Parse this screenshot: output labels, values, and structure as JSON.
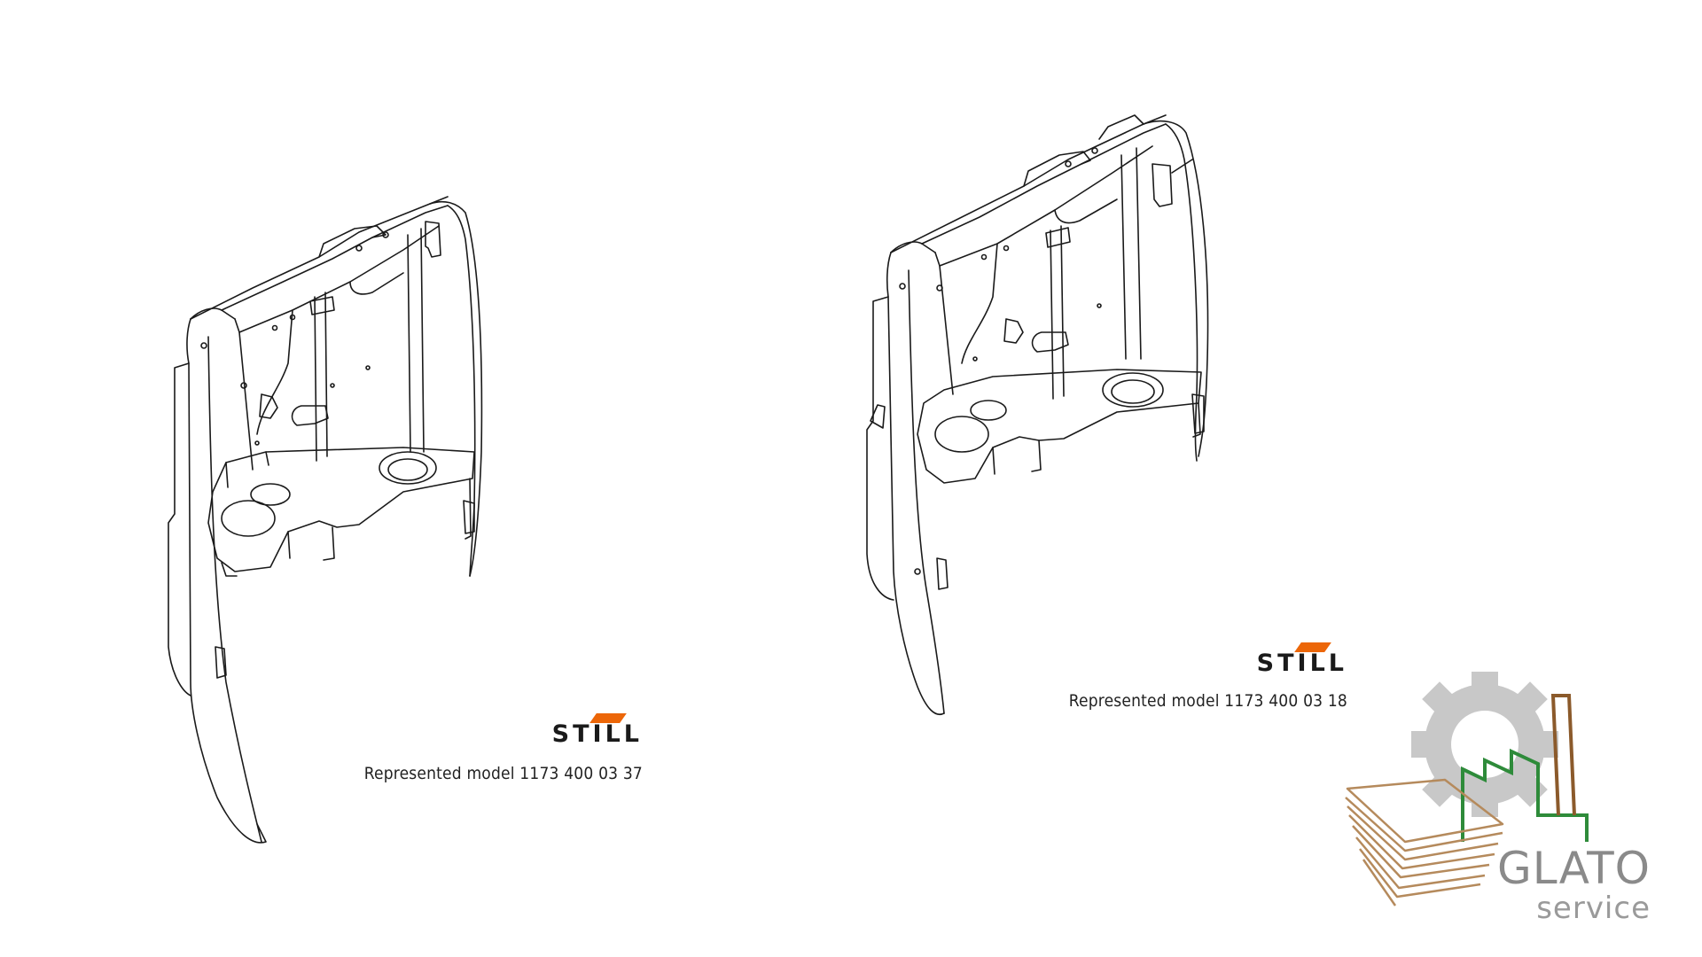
{
  "diagrams": [
    {
      "brand": "STILL",
      "caption": "Represented model 1173 400 03 37"
    },
    {
      "brand": "STILL",
      "caption": "Represented model 1173 400 03 18"
    }
  ],
  "logo": {
    "name": "GLATO",
    "sub": "service",
    "colors": {
      "gear": "#c8c8c8",
      "factory": "#2e8b3a",
      "chimney": "#8b5a2b",
      "books": "#b58a5c",
      "text": "#8a8a8a"
    }
  },
  "colors": {
    "still_accent": "#ec6608",
    "line": "#1a1a1a"
  }
}
